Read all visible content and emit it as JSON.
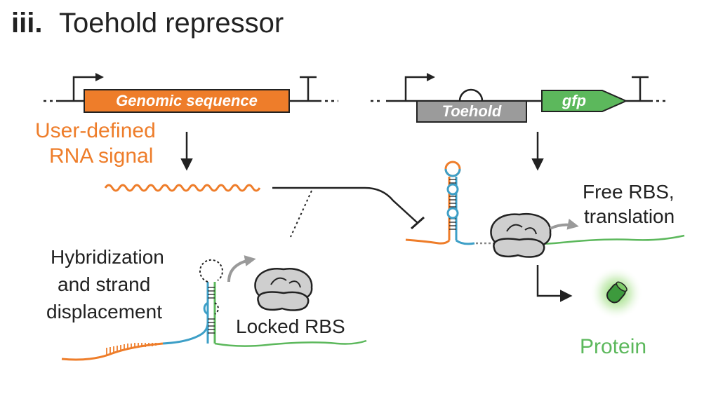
{
  "panel": {
    "number": "iii.",
    "title": "Toehold repressor"
  },
  "left_construct": {
    "gene_label": "Genomic sequence",
    "output_label_line1": "User-defined",
    "output_label_line2": "RNA signal"
  },
  "right_construct": {
    "toehold_label": "Toehold",
    "reporter_label": "gfp"
  },
  "states": {
    "free_label_line1": "Free RBS,",
    "free_label_line2": "translation",
    "product_label": "Protein",
    "hybrid_label_line1": "Hybridization",
    "hybrid_label_line2": "and strand",
    "hybrid_label_line3": "displacement",
    "locked_label": "Locked RBS"
  },
  "colors": {
    "orange": "#ee7d2a",
    "green": "#5cb85c",
    "blue": "#3d9fc7",
    "gray_box": "#9b9b9b",
    "ribosome": "#cfcfcf",
    "text": "#222222"
  }
}
